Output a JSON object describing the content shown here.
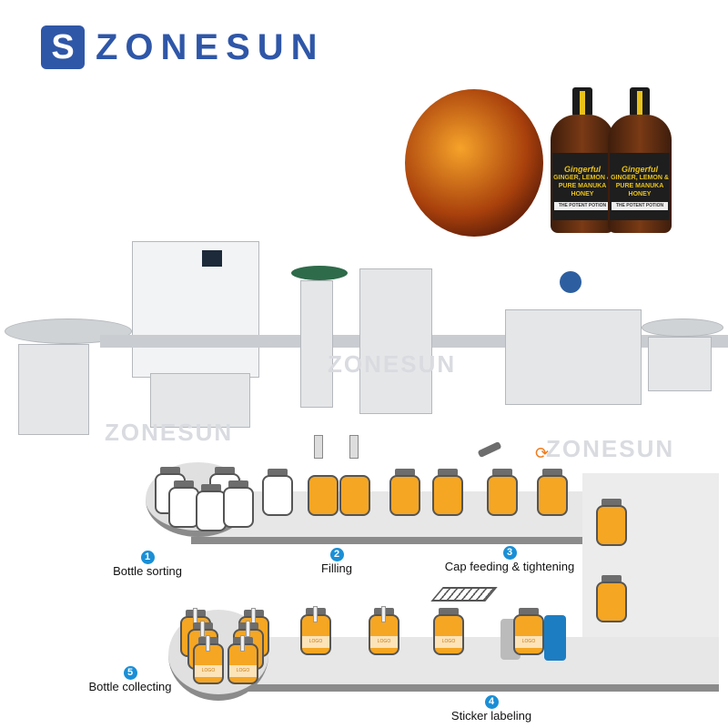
{
  "brand": {
    "name": "ZONESUN",
    "mark": "S"
  },
  "product": {
    "brand": "Gingerful",
    "line1": "GINGER, LEMON &",
    "line2": "PURE MANUKA HONEY",
    "tagline": "THE POTENT POTION"
  },
  "watermarks": [
    "ZONESUN",
    "ZONESUN",
    "ZONESUN"
  ],
  "steps": [
    {
      "num": "1",
      "label": "Bottle sorting"
    },
    {
      "num": "2",
      "label": "Filling"
    },
    {
      "num": "3",
      "label": "Cap feeding & tightening"
    },
    {
      "num": "4",
      "label": "Sticker labeling"
    },
    {
      "num": "5",
      "label": "Bottle collecting"
    }
  ],
  "jar_label": "LOGO",
  "colors": {
    "brand": "#2f57a8",
    "step": "#1a8fd6",
    "honey": "#f5a623"
  }
}
